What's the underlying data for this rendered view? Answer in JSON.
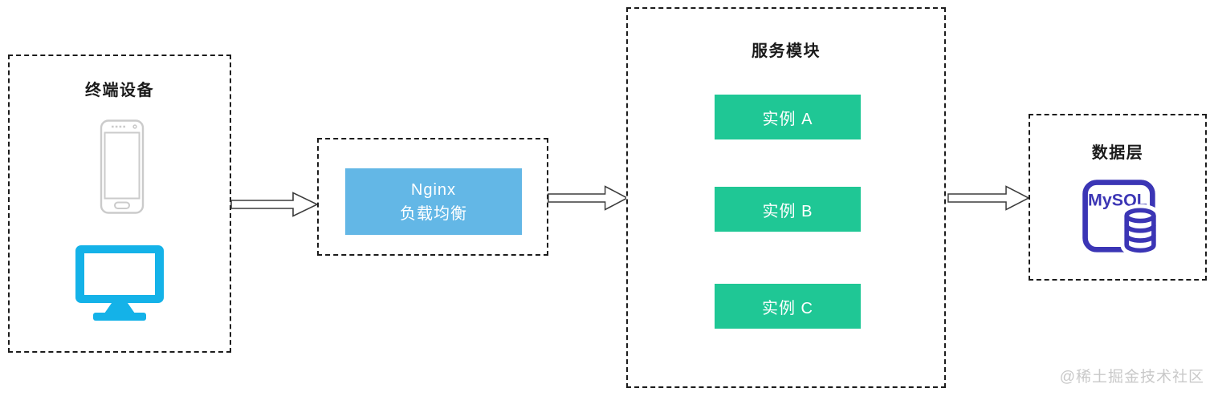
{
  "diagram": {
    "terminal": {
      "title": "终端设备"
    },
    "nginx": {
      "line1": "Nginx",
      "line2": "负载均衡"
    },
    "services": {
      "title": "服务模块",
      "instances": [
        {
          "label": "实例 A"
        },
        {
          "label": "实例 B"
        },
        {
          "label": "实例 C"
        }
      ]
    },
    "data_layer": {
      "title": "数据层",
      "db_label": "MySQL"
    },
    "watermark": "@稀土掘金技术社区",
    "colors": {
      "nginx_blue": "#63b7e6",
      "instance_green": "#1fc795",
      "monitor_cyan": "#14b2e8",
      "mysql_indigo": "#3b35b5",
      "phone_gray": "#cbcbcb",
      "arrow_outline": "#3c3c3c",
      "border_black": "#1c1c1c",
      "watermark_gray": "#c9c9c9"
    }
  }
}
